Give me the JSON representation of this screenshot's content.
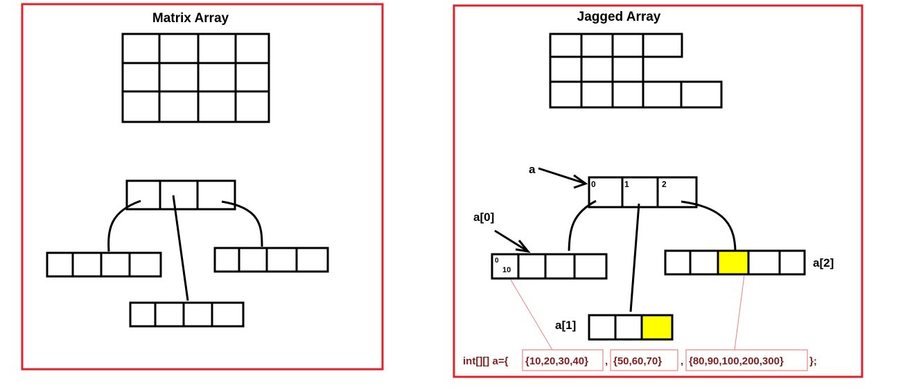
{
  "colors": {
    "frame": "#e3202a",
    "stroke": "#000000",
    "highlight": "#ffff00",
    "code": "#7f1d1d",
    "connector": "#f08080"
  },
  "left_panel": {
    "title": "Matrix Array"
  },
  "right_panel": {
    "title": "Jagged Array",
    "pointer_label": "a",
    "index_0": "0",
    "index_1": "1",
    "index_2": "2",
    "a0_label": "a[0]",
    "a1_label": "a[1]",
    "a2_label": "a[2]",
    "a0_cell_index": "0",
    "a0_cell_value": "10",
    "code": {
      "prefix": "int[][] a={",
      "group1": "{10,20,30,40}",
      "sep1": ",",
      "group2": "{50,60,70}",
      "sep2": ",",
      "group3": "{80,90,100,200,300}",
      "suffix": "};"
    }
  }
}
